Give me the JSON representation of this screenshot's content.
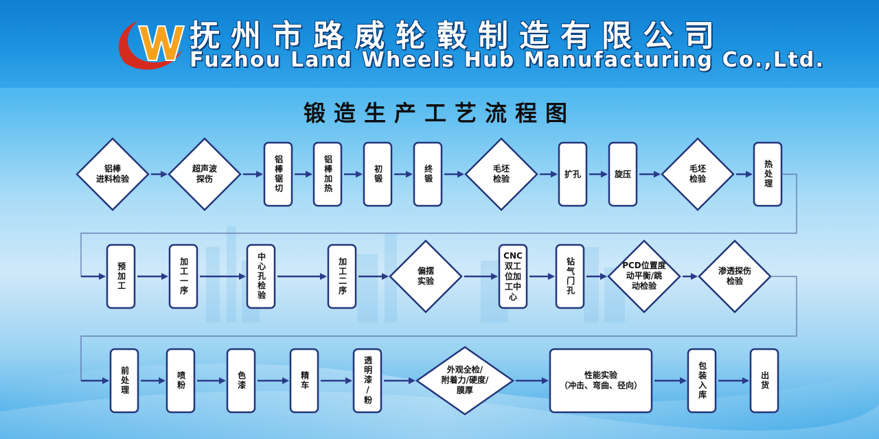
{
  "header": {
    "company_cn": "抚州市路威轮毂制造有限公司",
    "company_en": "Fuzhou Land Wheels Hub Manufacturing Co.,Ltd.",
    "logo_icon": "w-swoosh-logo-icon"
  },
  "diagram": {
    "title": "锻造生产工艺流程图",
    "colors": {
      "node_border": "#22357a",
      "node_fill": "#ffffff",
      "arrow": "#2a3a8a",
      "connector": "#5b6fa8"
    },
    "rows": [
      {
        "steps": [
          {
            "label": "铝棒\n进料检验",
            "shape": "diamond"
          },
          {
            "label": "超声波\n探伤",
            "shape": "diamond"
          },
          {
            "label": "铝棒锯切",
            "shape": "rect",
            "vertical": true
          },
          {
            "label": "铝棒加热",
            "shape": "rect",
            "vertical": true
          },
          {
            "label": "初锻",
            "shape": "rect",
            "vertical": true
          },
          {
            "label": "终锻",
            "shape": "rect",
            "vertical": true
          },
          {
            "label": "毛坯\n检验",
            "shape": "diamond"
          },
          {
            "label": "扩孔",
            "shape": "rect"
          },
          {
            "label": "旋压",
            "shape": "rect"
          },
          {
            "label": "毛坯\n检验",
            "shape": "diamond"
          },
          {
            "label": "热处理",
            "shape": "rect",
            "vertical": true
          }
        ]
      },
      {
        "steps": [
          {
            "label": "预加工",
            "shape": "rect",
            "vertical": true
          },
          {
            "label": "加工一序",
            "shape": "rect",
            "vertical": true
          },
          {
            "label": "中心孔检验",
            "shape": "rect",
            "vertical": true
          },
          {
            "label": "加工二序",
            "shape": "rect",
            "vertical": true
          },
          {
            "label": "偏摆\n实验",
            "shape": "diamond"
          },
          {
            "label": "CNC\n双工\n位加\n工中\n心",
            "shape": "rect"
          },
          {
            "label": "钻气门孔",
            "shape": "rect",
            "vertical": true
          },
          {
            "label": "PCD位置度\n动平衡/跳\n动检验",
            "shape": "diamond"
          },
          {
            "label": "渗透探伤\n检验",
            "shape": "diamond"
          }
        ]
      },
      {
        "steps": [
          {
            "label": "前处理",
            "shape": "rect",
            "vertical": true
          },
          {
            "label": "喷粉",
            "shape": "rect",
            "vertical": true
          },
          {
            "label": "色漆",
            "shape": "rect",
            "vertical": true
          },
          {
            "label": "精车",
            "shape": "rect",
            "vertical": true
          },
          {
            "label": "透明漆/粉",
            "shape": "rect",
            "vertical": true
          },
          {
            "label": "外观全检/\n附着力/硬度/\n膜厚",
            "shape": "diamond"
          },
          {
            "label": "性能实验\n（冲击、弯曲、径向）",
            "shape": "rect"
          },
          {
            "label": "包装入库",
            "shape": "rect",
            "vertical": true
          },
          {
            "label": "出货",
            "shape": "rect",
            "vertical": true
          }
        ]
      }
    ]
  }
}
